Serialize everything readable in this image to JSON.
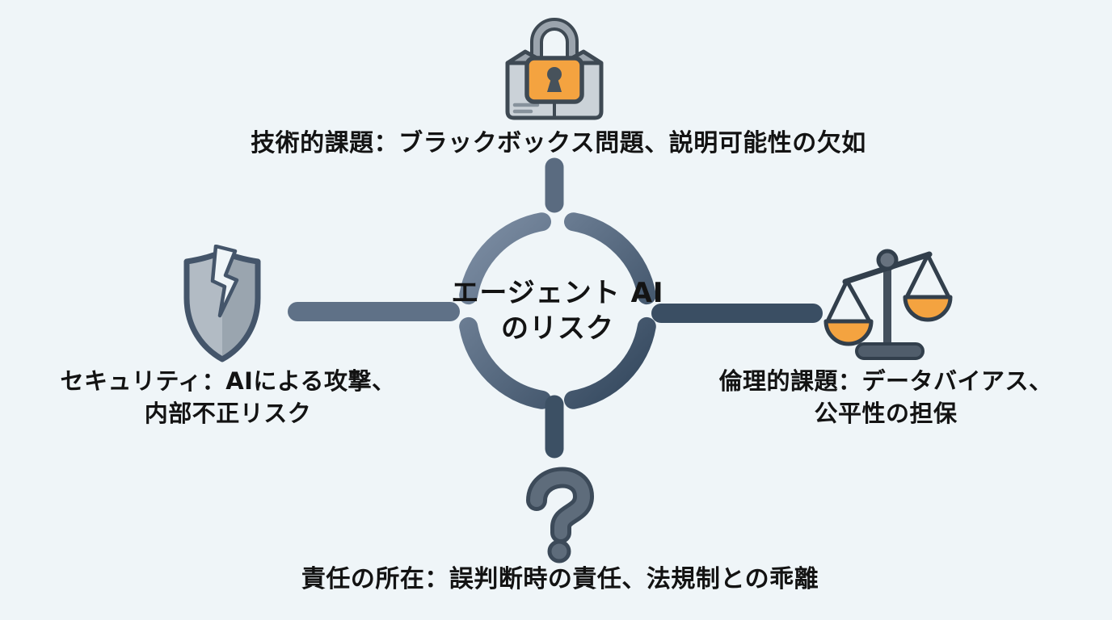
{
  "diagram": {
    "center": {
      "title_line1": "エージェント",
      "title_line2": "AIのリスク"
    },
    "branches": {
      "technical": {
        "position": "top",
        "icon": "lock-envelope-icon",
        "label": "技術的課題：ブラックボックス問題、説明可能性の欠如"
      },
      "security": {
        "position": "left",
        "icon": "broken-shield-icon",
        "label_line1": "セキュリティ：AIによる攻撃、",
        "label_line2": "内部不正リスク"
      },
      "ethics": {
        "position": "right",
        "icon": "balance-scale-icon",
        "label_line1": "倫理的課題：データバイアス、",
        "label_line2": "公平性の担保"
      },
      "responsibility": {
        "position": "bottom",
        "icon": "question-mark-icon",
        "label": "責任の所在：誤判断時の責任、法規制との乖離"
      }
    }
  },
  "colors": {
    "background": "#eff5f8",
    "text": "#131313",
    "ring_light": "#7e8fa5",
    "ring_dark": "#31455b",
    "connector_left": "#5f7187",
    "connector_right": "#3a4e63",
    "connector_top": "#5a6b80",
    "connector_bottom": "#3c5064",
    "accent_orange": "#f4a340",
    "icon_outline": "#3e4953",
    "icon_gray": "#9ba4ad",
    "icon_gray_light": "#cbd2d8",
    "shield_fill_light": "#b2bbc4",
    "shield_fill_dark": "#9aa5af",
    "question_fill": "#5e6c7b",
    "scale_base_fill": "#505d6b",
    "scale_pivot_fill": "#67727f"
  }
}
